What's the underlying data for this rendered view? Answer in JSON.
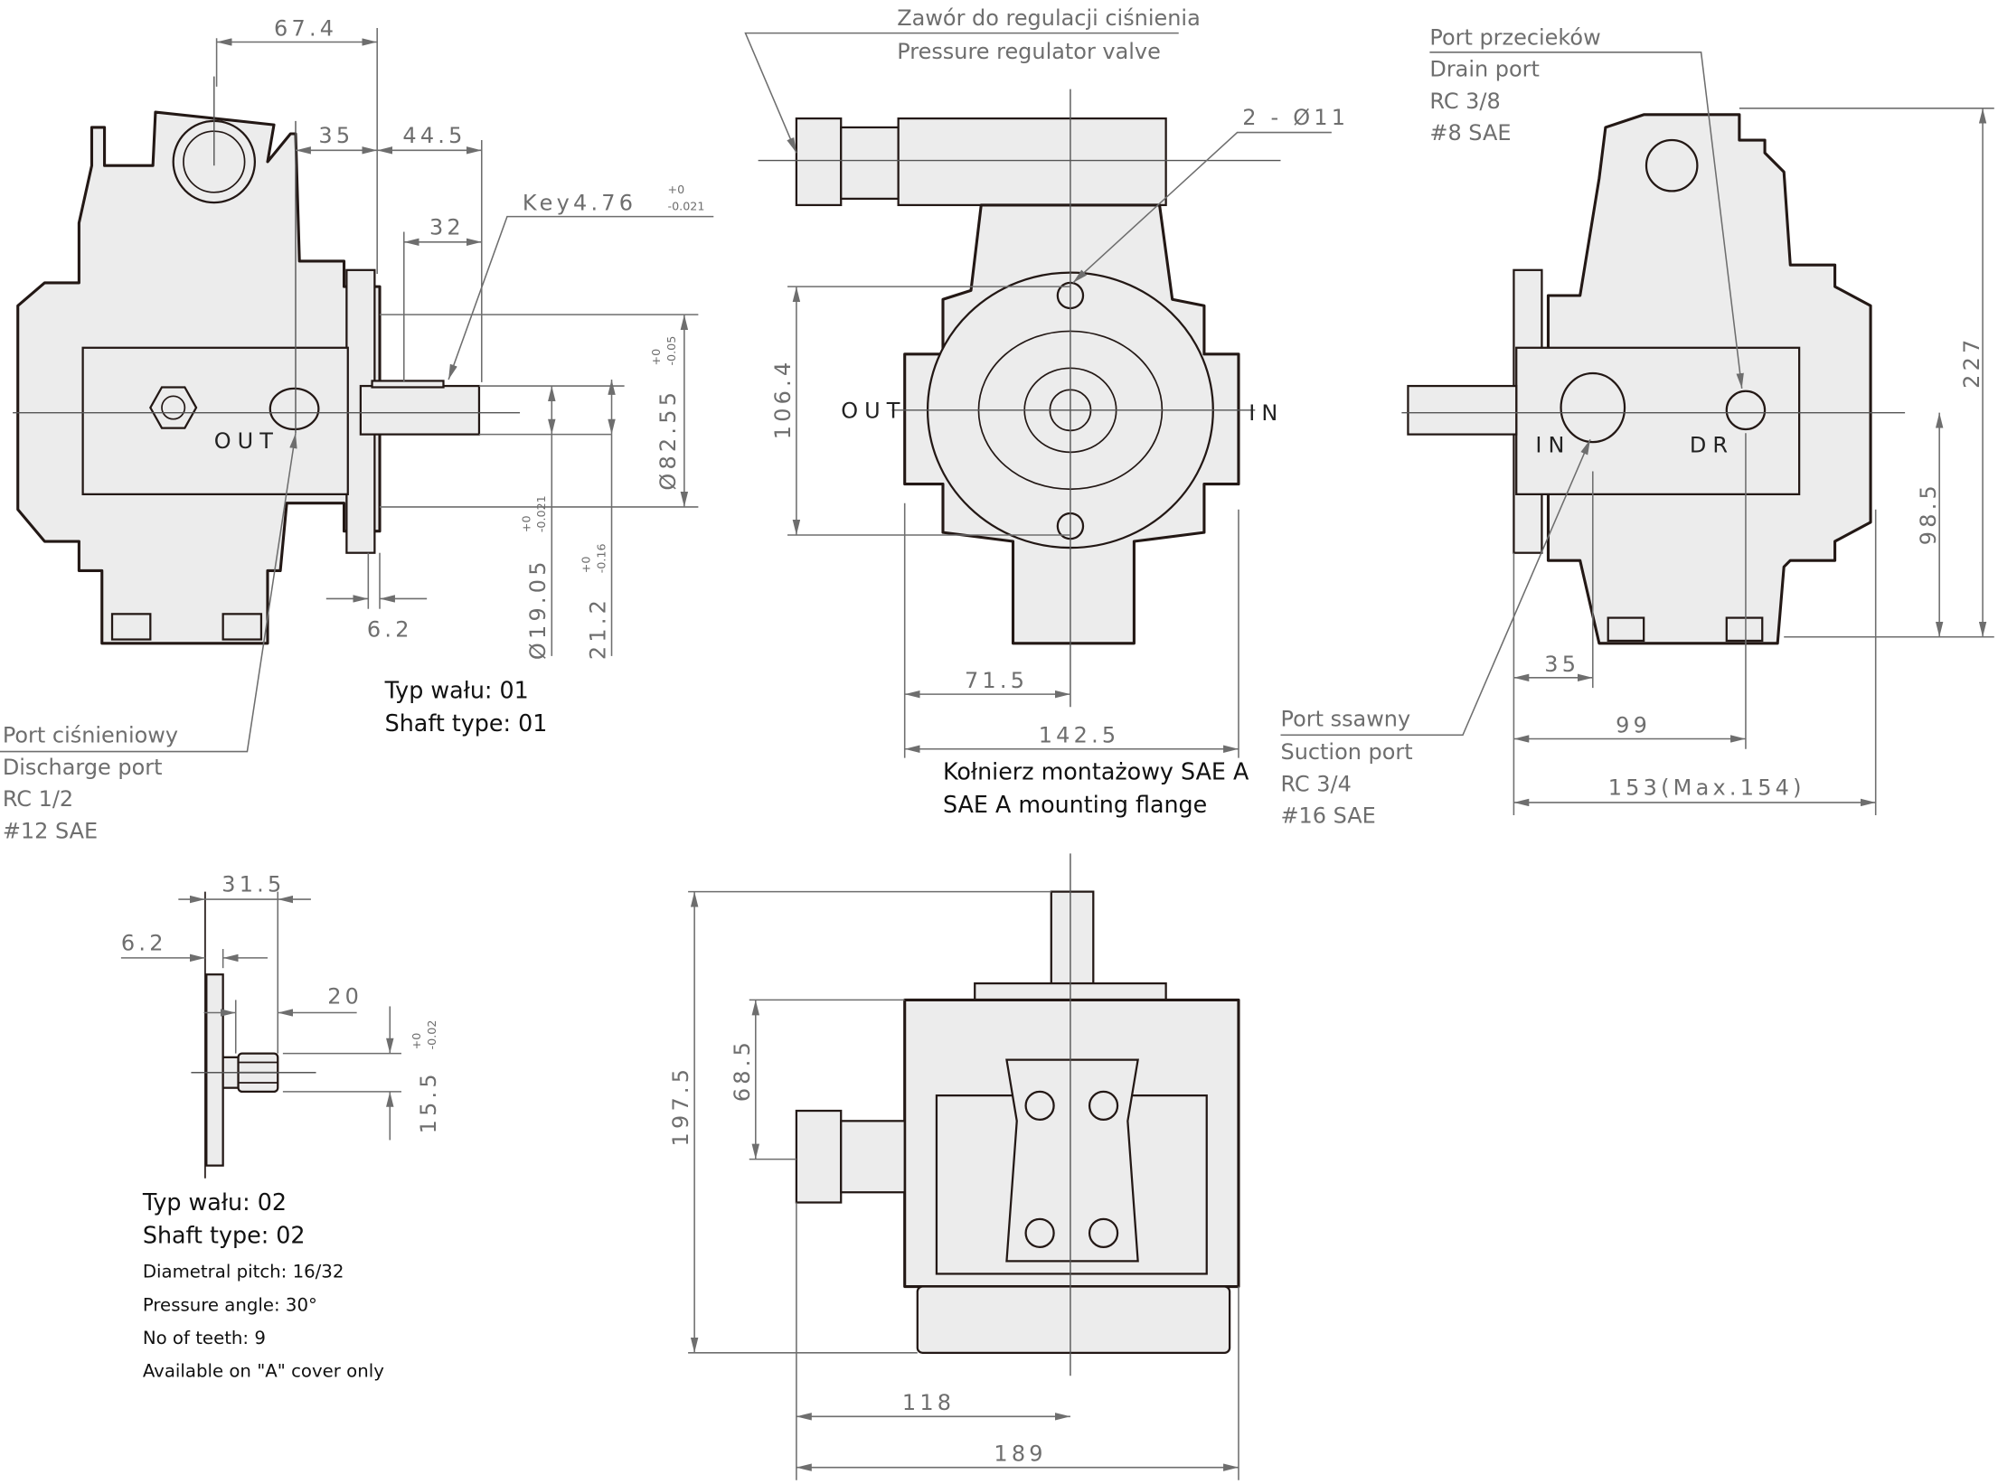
{
  "title": "Gear pump dimensional drawing",
  "colors": {
    "outline": "#231815",
    "fill": "#ececec",
    "dimension": "#6e6e6e"
  },
  "side_view": {
    "dims": {
      "d67_4": "67.4",
      "d35": "35",
      "d44_5": "44.5",
      "d32": "32",
      "key": "Key4.76",
      "key_tol_up": "+0",
      "key_tol_low": "-0.021",
      "d82_55": "Ø82.55",
      "d82_tol_up": "+0",
      "d82_tol_low": "-0.05",
      "d19_05": "Ø19.05",
      "d19_tol_up": "+0",
      "d19_tol_low": "-0.021",
      "d21_2": "21.2",
      "d21_tol_up": "+0",
      "d21_tol_low": "-0.16",
      "d6_2": "6.2"
    },
    "port_label": "OUT",
    "discharge": [
      "Port ciśnieniowy",
      "Discharge port",
      "RC 1/2",
      "#12 SAE"
    ],
    "shaft_type": [
      "Typ wału: 01",
      "Shaft type: 01"
    ]
  },
  "front_view": {
    "valve_label": [
      "Zawór do regulacji ciśnienia",
      "Pressure regulator valve"
    ],
    "holes": "2 - Ø11",
    "out": "OUT",
    "in": "IN",
    "dims": {
      "d106_4": "106.4",
      "d71_5": "71.5",
      "d142_5": "142.5"
    },
    "flange": [
      "Kołnierz montażowy SAE A",
      "SAE A mounting flange"
    ]
  },
  "rear_view": {
    "drain": [
      "Port przecieków",
      "Drain port",
      "RC 3/8",
      "#8 SAE"
    ],
    "suction": [
      "Port ssawny",
      "Suction port",
      "RC 3/4",
      "#16 SAE"
    ],
    "in": "IN",
    "dr": "DR",
    "dims": {
      "d227": "227",
      "d98_5": "98.5",
      "d35": "35",
      "d99": "99",
      "d153": "153(Max.154)"
    }
  },
  "shaft02": {
    "dims": {
      "d31_5": "31.5",
      "d6_2": "6.2",
      "d20": "20",
      "d15_5": "15.5",
      "tol_up": "+0",
      "tol_low": "-0.02"
    },
    "notes": [
      "Typ wału: 02",
      "Shaft type: 02",
      "Diametral pitch: 16/32",
      "Pressure angle: 30°",
      "No of teeth: 9",
      "Available on \"A\" cover only"
    ]
  },
  "top_view": {
    "dims": {
      "d197_5": "197.5",
      "d68_5": "68.5",
      "d118": "118",
      "d189": "189"
    }
  }
}
